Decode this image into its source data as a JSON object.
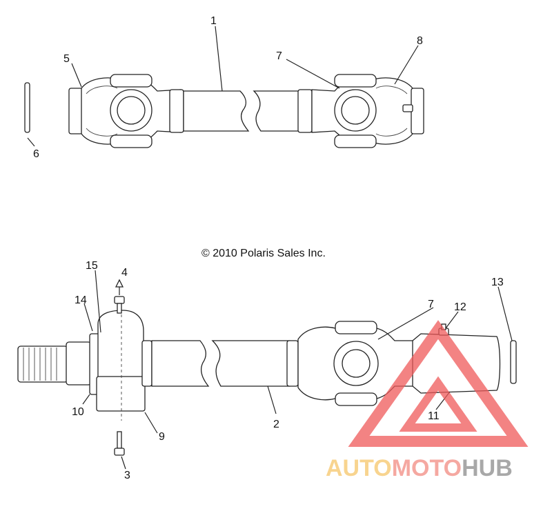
{
  "copyright": "© 2010 Polaris Sales Inc.",
  "callouts": {
    "c1": "1",
    "c2": "2",
    "c3": "3",
    "c4": "4",
    "c5": "5",
    "c6": "6",
    "c7a": "7",
    "c7b": "7",
    "c8": "8",
    "c9": "9",
    "c10": "10",
    "c11": "11",
    "c12": "12",
    "c13": "13",
    "c14": "14",
    "c15": "15"
  },
  "watermark": {
    "part1": "AUTO",
    "part2": "MOTO",
    "part3": "HUB",
    "colors": {
      "auto": "#f6c66a",
      "moto": "#f28b82",
      "hub": "#8c8c8c",
      "triangle": "#ef5a5a"
    }
  }
}
